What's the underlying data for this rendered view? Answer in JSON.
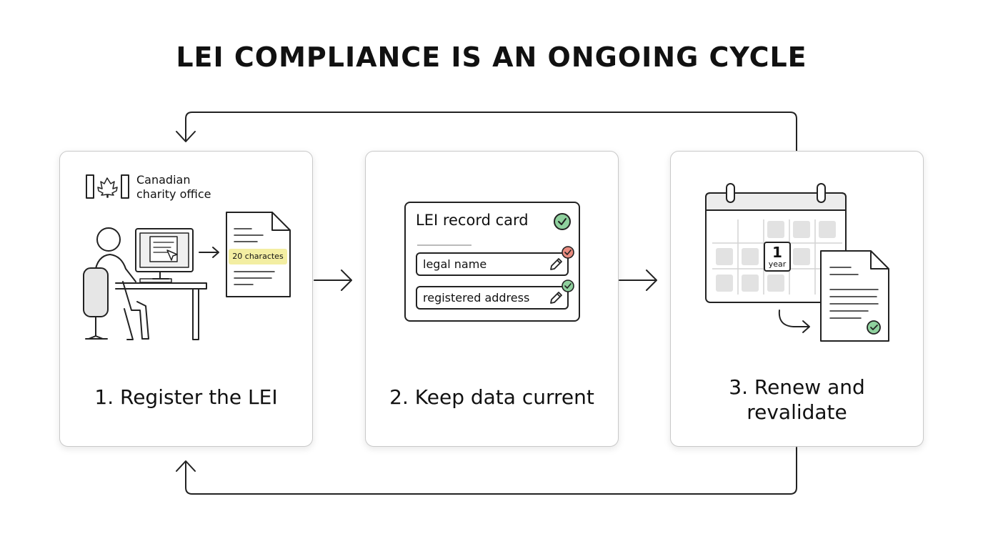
{
  "title": "LEI COMPLIANCE IS AN ONGOING CYCLE",
  "colors": {
    "stroke": "#222222",
    "card_border": "#c9c9c9",
    "highlight": "#f3eea2",
    "check_green": "#8fd19e",
    "alert_red": "#e98b7f"
  },
  "steps": [
    {
      "label": "1. Register the LEI",
      "office_line1": "Canadian",
      "office_line2": "charity office",
      "doc_highlight": "20 charactes",
      "icons": [
        "canada-flag-icon",
        "person-at-computer-icon",
        "document-icon"
      ]
    },
    {
      "label": "2. Keep data current",
      "card_title": "LEI record card",
      "fields": [
        {
          "text": "legal name",
          "status": "alert"
        },
        {
          "text": "registered address",
          "status": "ok"
        }
      ],
      "icons": [
        "check-icon",
        "pencil-icon"
      ]
    },
    {
      "label_line1": "3. Renew and",
      "label_line2": "revalidate",
      "calendar_number": "1",
      "calendar_unit": "year",
      "icons": [
        "calendar-icon",
        "document-check-icon",
        "curved-arrow-icon"
      ]
    }
  ]
}
